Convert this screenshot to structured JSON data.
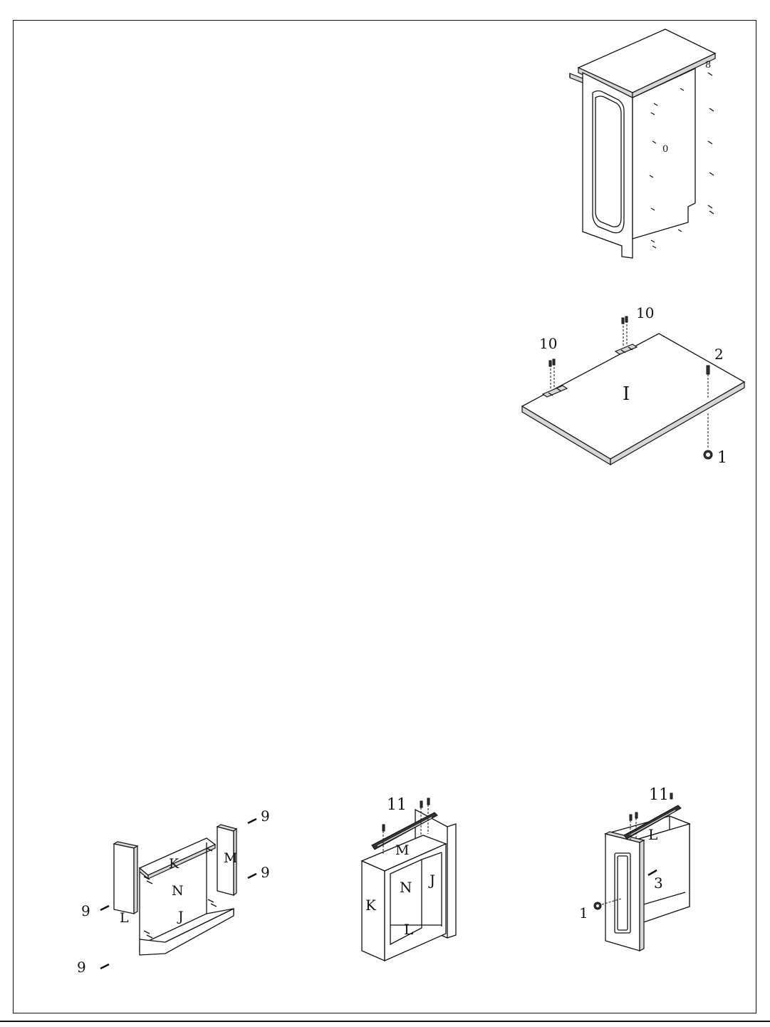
{
  "diagrams": {
    "cabinet": {
      "labels": {
        "screw": "8",
        "panel": "0"
      }
    },
    "top_panel": {
      "labels": {
        "hinge_left": "10",
        "hinge_right": "10",
        "bolt": "2",
        "panel": "I",
        "knob": "1"
      }
    },
    "step_frame": {
      "labels": {
        "m_top": "9",
        "m_bottom": "9",
        "l_top": "9",
        "l_bottom": "9",
        "panel_k": "K",
        "panel_m": "M",
        "panel_n": "N",
        "panel_j": "J",
        "panel_l": "L"
      }
    },
    "step_rail": {
      "labels": {
        "rail": "11",
        "panel_m": "M",
        "panel_n": "N",
        "panel_j": "J",
        "panel_k": "K",
        "panel_l": "L"
      }
    },
    "step_door": {
      "labels": {
        "rail": "11",
        "panel_l": "L",
        "screw": "3",
        "knob": "1"
      }
    }
  },
  "colors": {
    "ink": "#111111",
    "panel_fill": "#ffffff",
    "edge_fill": "#d6d6d6"
  }
}
